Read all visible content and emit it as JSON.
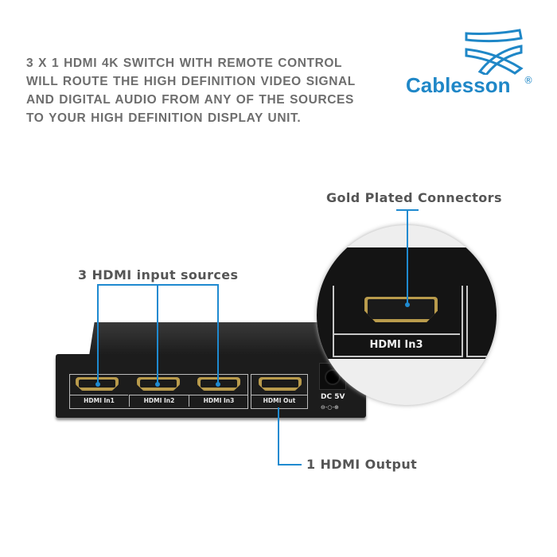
{
  "headline": [
    "3 X 1 HDMI 4K SWITCH WITH REMOTE CONTROL",
    "WILL ROUTE THE HIGH DEFINITION VIDEO SIGNAL",
    "AND DIGITAL AUDIO FROM ANY OF THE SOURCES",
    "TO YOUR HIGH DEFINITION DISPLAY UNIT."
  ],
  "brand": {
    "name": "Cablesson",
    "reg": "®"
  },
  "callouts": {
    "gold": "Gold Plated Connectors",
    "inputs": "3 HDMI input sources",
    "output": "1 HDMI Output"
  },
  "ports": [
    "HDMI In1",
    "HDMI In2",
    "HDMI In3",
    "HDMI Out"
  ],
  "power": {
    "label": "DC 5V",
    "polarity": "⊖-○-⊕"
  },
  "zoom_port": "HDMI In3",
  "colors": {
    "accent": "#1f8ad0",
    "text": "#6d6d6d"
  }
}
